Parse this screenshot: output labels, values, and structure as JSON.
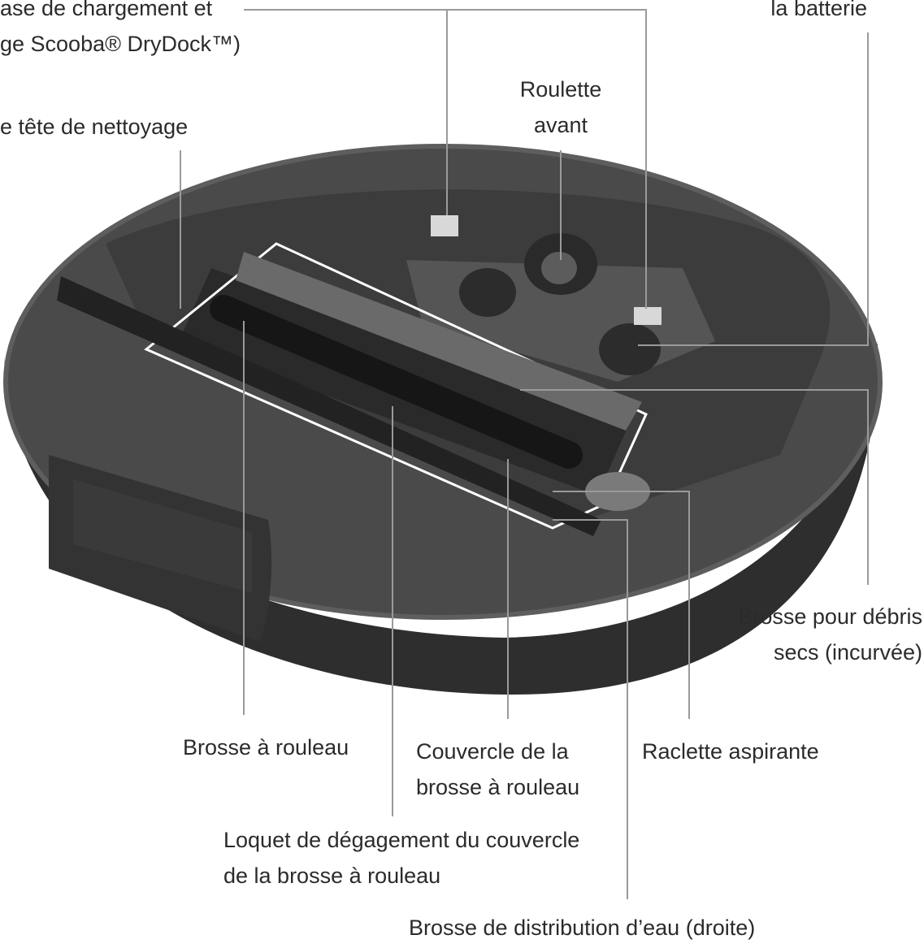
{
  "labels": {
    "charging_base": {
      "line1": "ase de chargement et",
      "line2": "ge Scooba® DryDock™)"
    },
    "battery": {
      "line1": "la batterie"
    },
    "cleaning_head": {
      "line1": "e tête de nettoyage"
    },
    "front_caster": {
      "line1": "Roulette",
      "line2": "avant"
    },
    "dry_debris_brush": {
      "line1": "Brosse pour débris",
      "line2": "secs (incurvée)"
    },
    "roller_brush": {
      "line1": "Brosse à rouleau"
    },
    "roller_brush_cover": {
      "line1": "Couvercle de la",
      "line2": "brosse à rouleau"
    },
    "squeegee": {
      "line1": "Raclette aspirante"
    },
    "cover_latch": {
      "line1": "Loquet de dégagement du couvercle",
      "line2": "de la brosse à rouleau"
    },
    "water_brush": {
      "line1": "Brosse de distribution d’eau (droite)"
    }
  },
  "colors": {
    "robot_body": "#4a4a4a",
    "robot_dark": "#2e2e2e",
    "robot_light": "#6a6a6a",
    "leader_line": "#9a9a9a",
    "cover_outline": "#ffffff"
  }
}
